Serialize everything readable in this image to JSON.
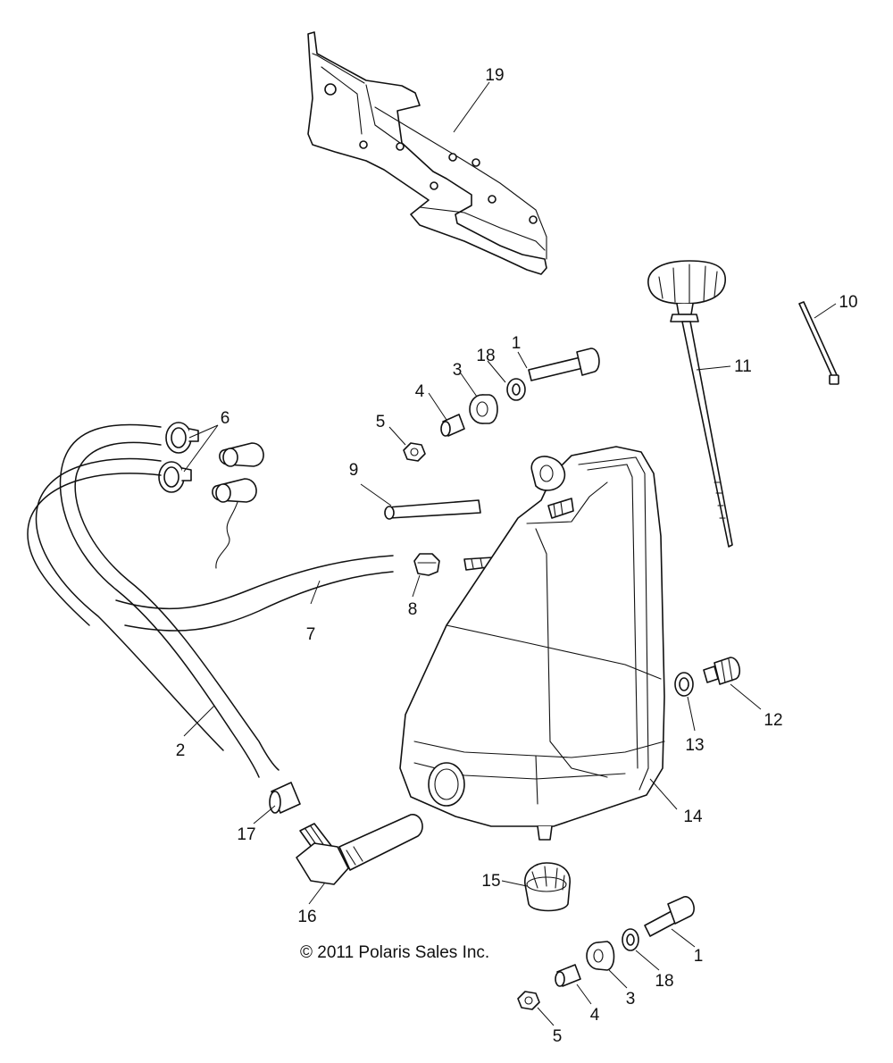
{
  "copyright": "© 2011 Polaris Sales Inc.",
  "callouts": [
    {
      "id": "c19",
      "label": "19"
    },
    {
      "id": "c10",
      "label": "10"
    },
    {
      "id": "c11",
      "label": "11"
    },
    {
      "id": "c1a",
      "label": "1"
    },
    {
      "id": "c18a",
      "label": "18"
    },
    {
      "id": "c3a",
      "label": "3"
    },
    {
      "id": "c4a",
      "label": "4"
    },
    {
      "id": "c5a",
      "label": "5"
    },
    {
      "id": "c6",
      "label": "6"
    },
    {
      "id": "c9",
      "label": "9"
    },
    {
      "id": "c8",
      "label": "8"
    },
    {
      "id": "c7",
      "label": "7"
    },
    {
      "id": "c2",
      "label": "2"
    },
    {
      "id": "c12",
      "label": "12"
    },
    {
      "id": "c13",
      "label": "13"
    },
    {
      "id": "c14",
      "label": "14"
    },
    {
      "id": "c17",
      "label": "17"
    },
    {
      "id": "c16",
      "label": "16"
    },
    {
      "id": "c15",
      "label": "15"
    },
    {
      "id": "c1b",
      "label": "1"
    },
    {
      "id": "c18b",
      "label": "18"
    },
    {
      "id": "c3b",
      "label": "3"
    },
    {
      "id": "c4b",
      "label": "4"
    },
    {
      "id": "c5b",
      "label": "5"
    }
  ]
}
